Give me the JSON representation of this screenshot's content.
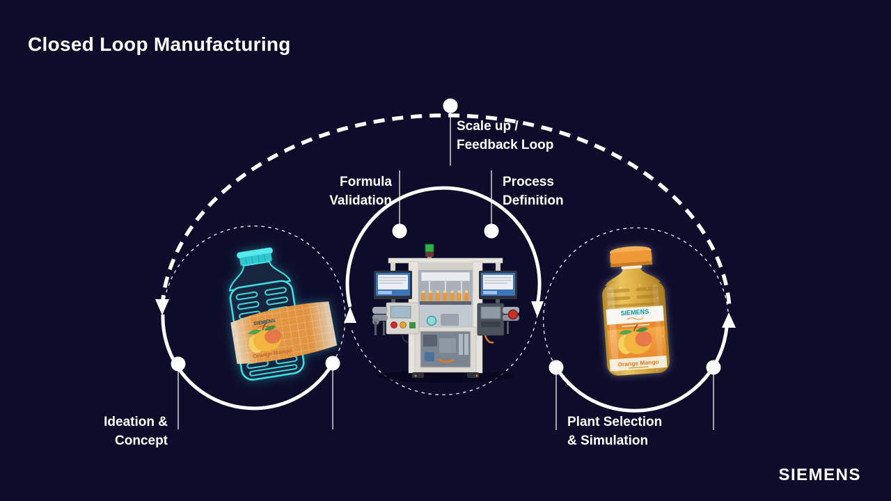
{
  "slide": {
    "title": "Closed Loop Manufacturing"
  },
  "branding": {
    "logo_text": "SIEMENS"
  },
  "loop": {
    "stages": [
      {
        "line1": "Scale up /",
        "line2": "Feedback Loop"
      },
      {
        "line1": "Formula",
        "line2": "Validation"
      },
      {
        "line1": "Process",
        "line2": "Definition"
      },
      {
        "line1": "Ideation &",
        "line2": "Concept"
      },
      {
        "line1": "Plant Selection",
        "line2": "& Simulation"
      }
    ]
  },
  "graphics": {
    "concept_bottle": {
      "brand": "SIEMENS",
      "flavor": "Orange Mango"
    },
    "product_bottle": {
      "brand": "SIEMENS",
      "flavor": "Orange Mango"
    }
  },
  "colors": {
    "background": "#0d0d2b",
    "line": "#ffffff",
    "hologram_cyan": "#41e3e8",
    "product_orange": "#ef9838",
    "siemens_petrol": "#0e8f9a"
  }
}
